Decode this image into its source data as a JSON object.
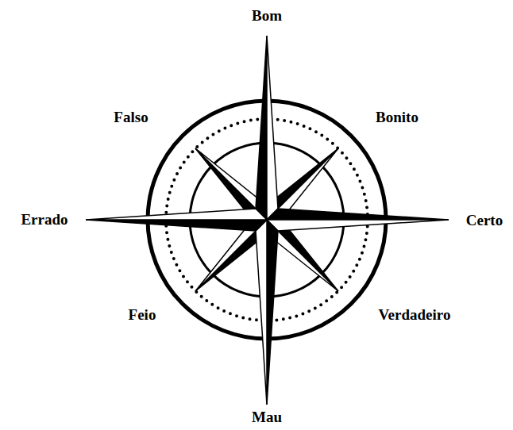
{
  "diagram": {
    "labels": [
      "Bom",
      "Falso",
      "Bonito",
      "Errado",
      "Certo",
      "Feio",
      "Verdadeiro",
      "Mau"
    ]
  }
}
